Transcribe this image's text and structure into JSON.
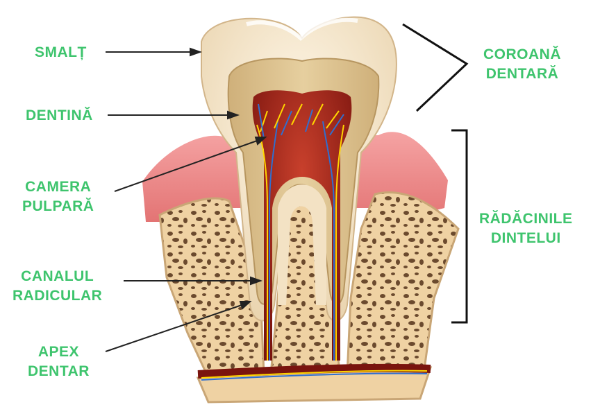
{
  "labels": {
    "smalt": "SMALȚ",
    "dentina": "DENTINĂ",
    "camera": [
      "CAMERA",
      "PULPARĂ"
    ],
    "canalul": [
      "CANALUL",
      "RADICULAR"
    ],
    "apex": [
      "APEX",
      "DENTAR"
    ],
    "coroana": [
      "COROANĂ",
      "DENTARĂ"
    ],
    "radacinile": [
      "RĂDĂCINILE",
      "DINTELUI"
    ]
  },
  "colors": {
    "label": "#3ec46d",
    "enamel": "#f3e2c4",
    "dentin": "#dcc08f",
    "pulp": "#8b1a12",
    "gum": "#ee8a8a",
    "bone": "#efd2a3",
    "nerve": "#ffd600",
    "vessel": "#2f6fd0"
  }
}
